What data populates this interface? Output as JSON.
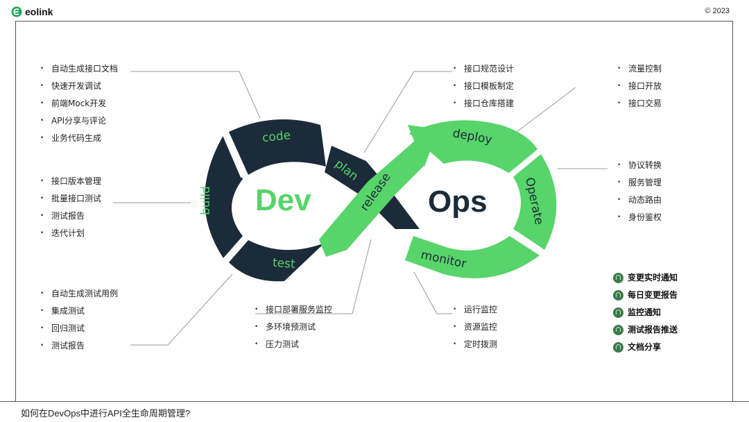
{
  "header": {
    "brand": "eolink",
    "copyright": "© 2023"
  },
  "footer": {
    "caption": "如何在DevOps中进行API全生命周期管理?"
  },
  "diagram": {
    "center_left": "Dev",
    "center_right": "Ops",
    "stages": [
      "code",
      "build",
      "test",
      "plan",
      "release",
      "deploy",
      "Operate",
      "monitor"
    ],
    "colors": {
      "dark": "#1c2b3a",
      "green": "#57d46a"
    }
  },
  "lists": {
    "code": [
      "自动生成接口文档",
      "快速开发调试",
      "前端Mock开发",
      "API分享与评论",
      "业务代码生成"
    ],
    "build": [
      "接口版本管理",
      "批量接口测试",
      "测试报告",
      "迭代计划"
    ],
    "test": [
      "自动生成测试用例",
      "集成测试",
      "回归测试",
      "测试报告"
    ],
    "plan": [
      "接口规范设计",
      "接口模板制定",
      "接口仓库搭建"
    ],
    "release": [
      "接口部署服务监控",
      "多环境预测试",
      "压力测试"
    ],
    "deploy": [
      "流量控制",
      "接口开放",
      "接口交易"
    ],
    "operate": [
      "协议转换",
      "服务管理",
      "动态路由",
      "身份鉴权"
    ],
    "monitor": [
      "运行监控",
      "资源监控",
      "定时拨测"
    ]
  },
  "notifications": [
    "变更实时通知",
    "每日变更报告",
    "监控通知",
    "测试报告推送",
    "文档分享"
  ]
}
